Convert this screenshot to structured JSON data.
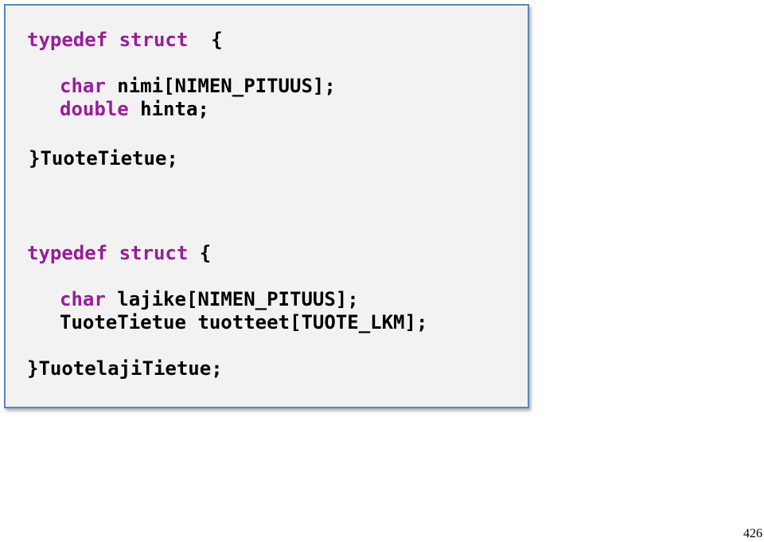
{
  "code": {
    "block1": {
      "kw_typedef": "typedef",
      "kw_struct": "struct",
      "open_brace": "{",
      "member1_type": "char",
      "member1_rest": "nimi[NIMEN_PITUUS];",
      "member2_type": "double",
      "member2_rest": "hinta;",
      "close_line": "}TuoteTietue;"
    },
    "block2": {
      "kw_typedef": "typedef",
      "kw_struct": "struct",
      "open_brace": "{",
      "member1_type": "char",
      "member1_rest": "lajike[NIMEN_PITUUS];",
      "member2_type": "TuoteTietue",
      "member2_rest": "tuotteet[TUOTE_LKM];",
      "close_line": "}TuotelajiTietue;"
    }
  },
  "colors": {
    "keyword": "#9b1b9b",
    "box_background": "#f2f2f2",
    "box_border": "#5b87b8"
  },
  "page_number": "426"
}
